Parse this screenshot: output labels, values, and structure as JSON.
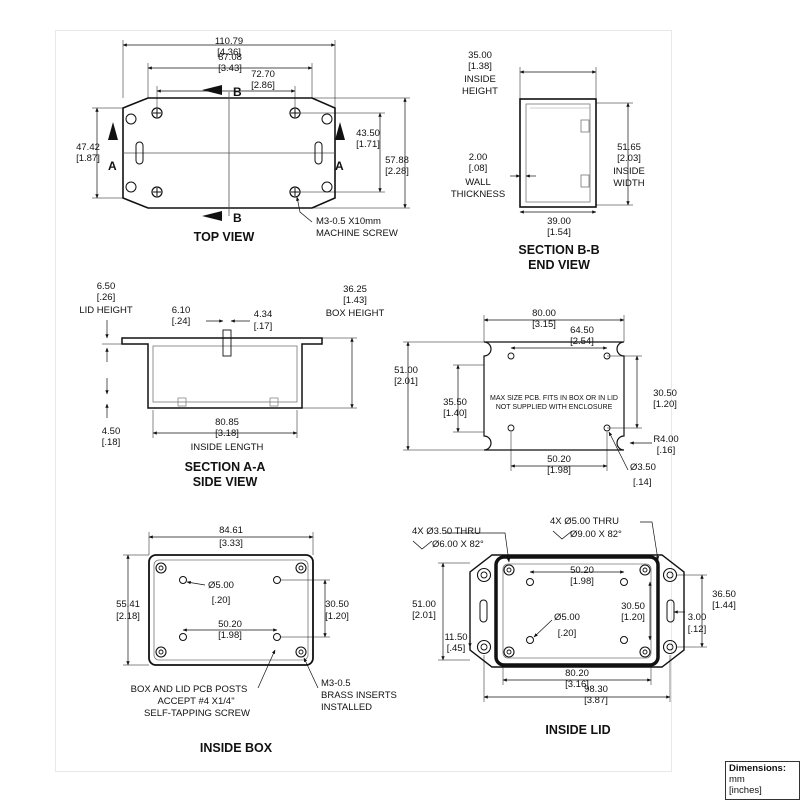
{
  "views": {
    "top": {
      "title": "TOP VIEW",
      "dims": [
        "110.79",
        "[4.36]",
        "87.08",
        "[3.43]",
        "72.70",
        "[2.86]",
        "47.42",
        "[1.87]",
        "43.50",
        "[1.71]",
        "57.88",
        "[2.28]"
      ],
      "section_letters": [
        "B",
        "B",
        "A",
        "A"
      ],
      "screw_note": [
        "M3-0.5 X10mm",
        "MACHINE SCREW"
      ]
    },
    "section_bb": {
      "title": [
        "SECTION B-B",
        "END VIEW"
      ],
      "dims": [
        "35.00",
        "[1.38]",
        "INSIDE",
        "HEIGHT",
        "51.65",
        "[2.03]",
        "INSIDE",
        "WIDTH",
        "2.00",
        "[.08]",
        "WALL",
        "THICKNESS",
        "39.00",
        "[1.54]"
      ]
    },
    "section_aa": {
      "title": [
        "SECTION A-A",
        "SIDE VIEW"
      ],
      "dims": [
        "6.50",
        "[.26]",
        "LID HEIGHT",
        "6.10",
        "[.24]",
        "4.34",
        "[.17]",
        "36.25",
        "[1.43]",
        "BOX HEIGHT",
        "4.50",
        "[.18]",
        "80.85",
        "[3.18]",
        "INSIDE LENGTH"
      ]
    },
    "pcb": {
      "dims": [
        "80.00",
        "[3.15]",
        "64.50",
        "[2.54]",
        "51.00",
        "[2.01]",
        "35.50",
        "[1.40]",
        "30.50",
        "[1.20]",
        "R4.00",
        "[.16]",
        "50.20",
        "[1.98]",
        "Ø3.50",
        "[.14]"
      ],
      "note": [
        "MAX SIZE PCB. FITS IN BOX OR IN LID",
        "NOT SUPPLIED WITH ENCLOSURE"
      ]
    },
    "inside_box": {
      "title": "INSIDE BOX",
      "dims": [
        "84.61",
        "[3.33]",
        "55.41",
        "[2.18]",
        "Ø5.00",
        "[.20]",
        "30.50",
        "[1.20]",
        "50.20",
        "[1.98]"
      ],
      "notes": [
        "BOX AND LID PCB POSTS",
        "ACCEPT #4 X1/4\"",
        "SELF-TAPPING SCREW",
        "M3-0.5",
        "BRASS INSERTS",
        "INSTALLED"
      ]
    },
    "inside_lid": {
      "title": "INSIDE LID",
      "dims": [
        "4X Ø3.50 THRU",
        "Ø6.00 X 82°",
        "4X Ø5.00 THRU",
        "Ø9.00 X 82°",
        "50.20",
        "[1.98]",
        "51.00",
        "[2.01]",
        "30.50",
        "[1.20]",
        "36.50",
        "[1.44]",
        "Ø5.00",
        "[.20]",
        "3.00",
        "[.12]",
        "11.50",
        "[.45]",
        "80.20",
        "[3.16]",
        "98.30",
        "[3.87]"
      ]
    }
  },
  "legend": [
    "Dimensions:",
    "mm",
    "[inches]"
  ]
}
